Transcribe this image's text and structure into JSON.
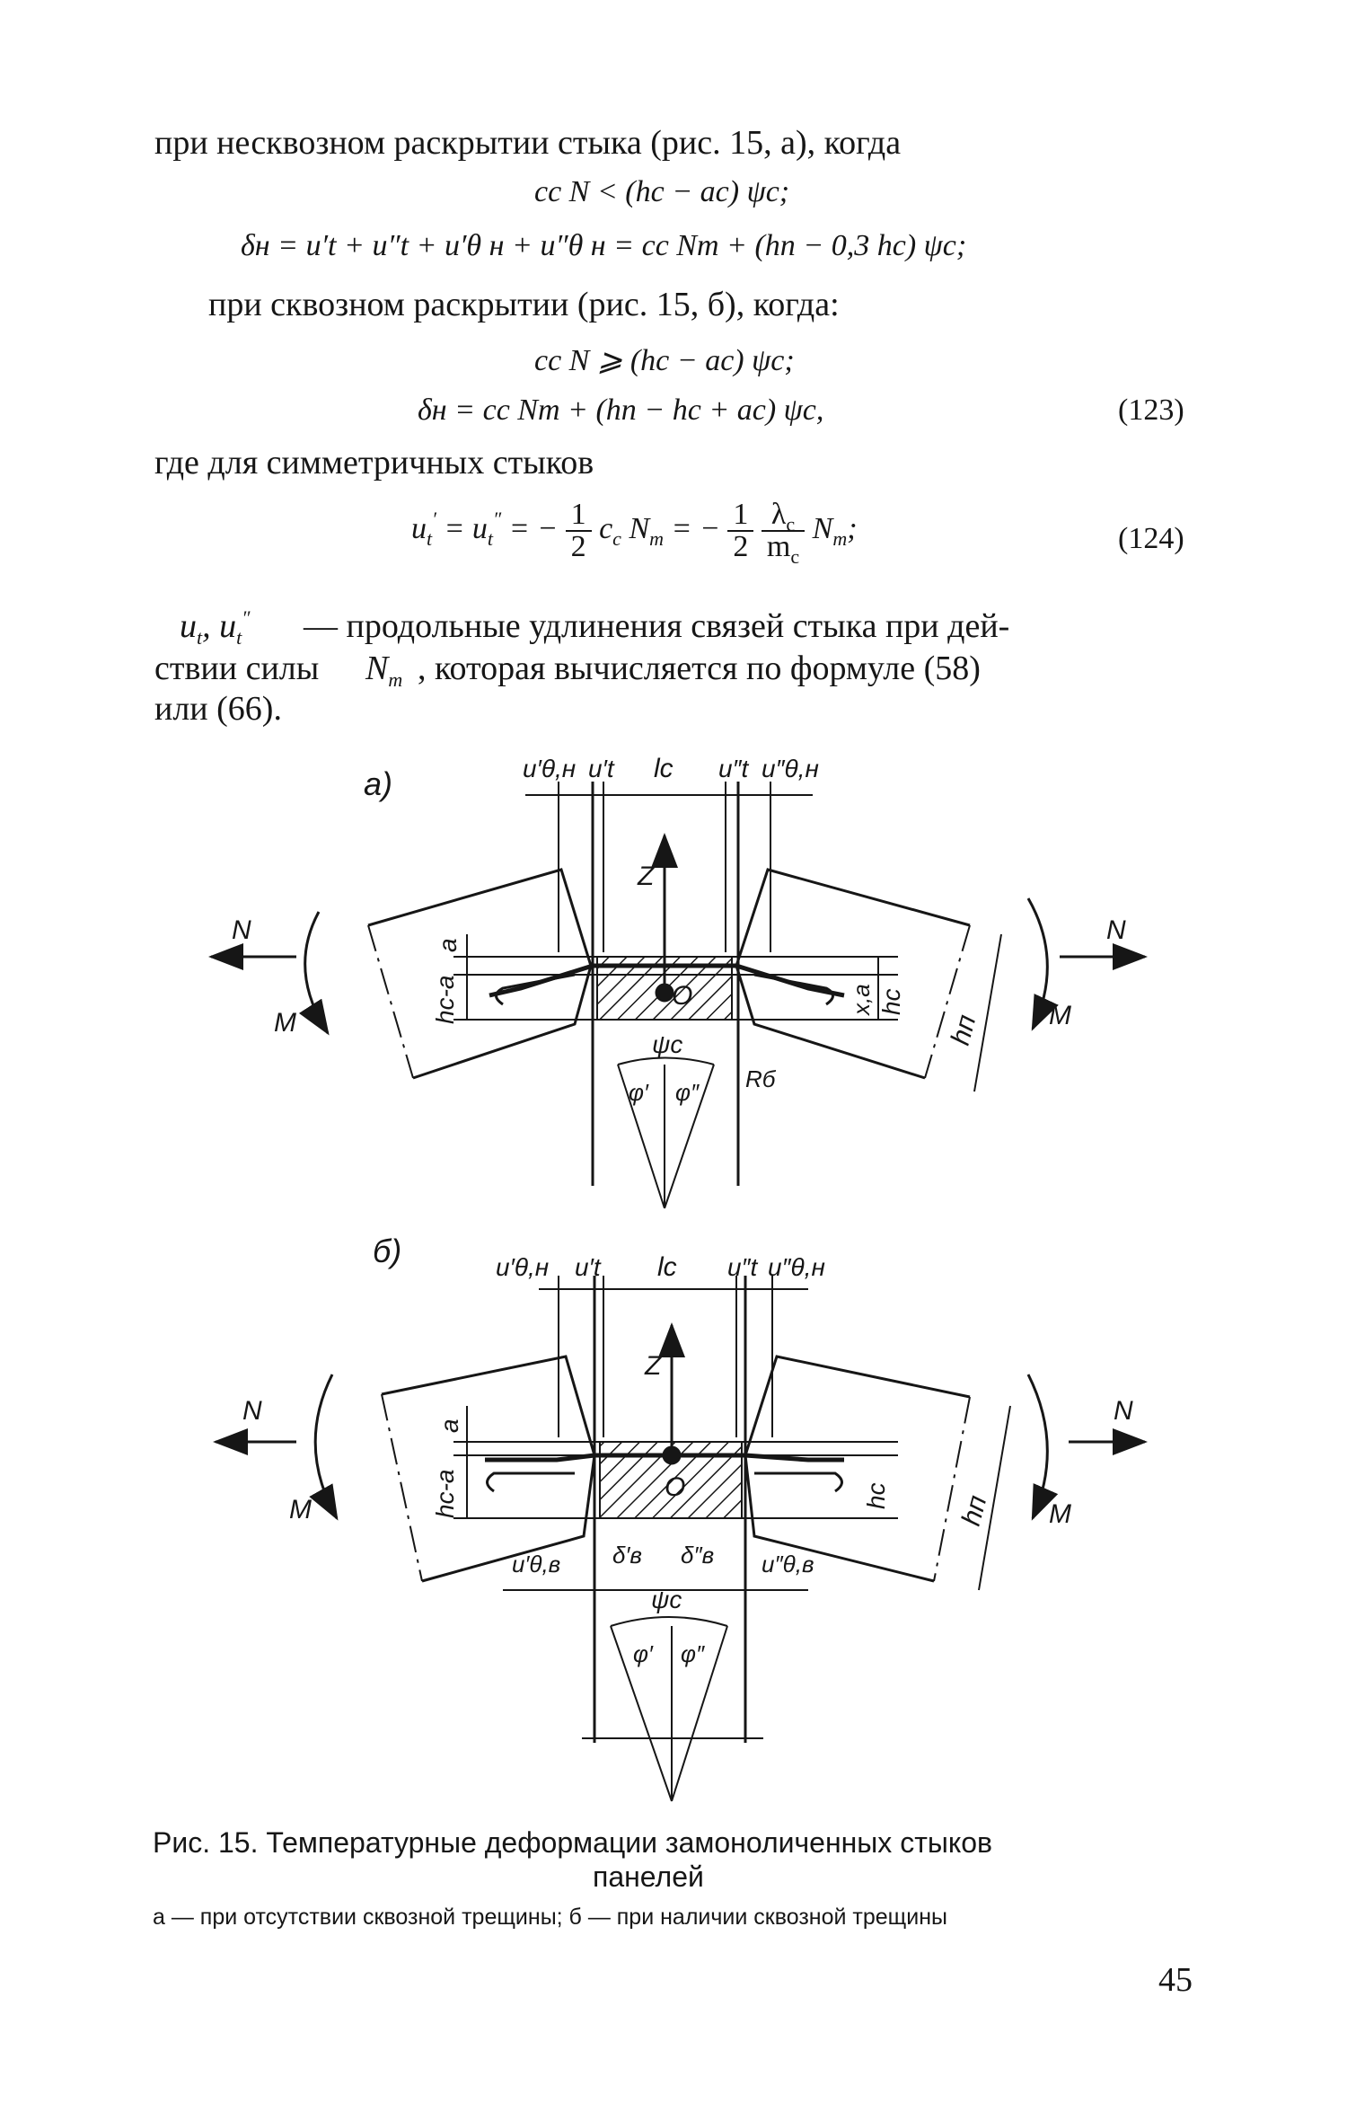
{
  "text": {
    "l1": "при несквозном раскрытии стыка (рис. 15, а), когда",
    "l3": "при сквозном раскрытии (рис. 15, б), когда:",
    "l6": "где для симметричных стыков",
    "l8a": "— продольные удлинения связей стыка при дей-",
    "l8b": "ствии силы",
    "l8c": ", которая вычисляется по формуле (58)",
    "l8d": "или (66)."
  },
  "equations": {
    "e1": "cс N < (hс − aс) ψс;",
    "e2": "δн = u′t + u″t + u′θ н + u″θ н = cс Nm + (hп − 0,3 hс) ψс;",
    "e3": "cс N ⩾ (hс − aс) ψс;",
    "e4": "δн = cс Nm + (hп − hс + aс) ψс,",
    "e4no": "(123)",
    "e5no": "(124)"
  },
  "figure": {
    "a_label": "а)",
    "b_label": "б)",
    "labels": {
      "N": "N",
      "M": "M",
      "Z": "Z",
      "O": "O",
      "a": "a",
      "hc": "hc",
      "hca": "hc-a",
      "hn": "hп",
      "xa": "x,a",
      "lc": "lc",
      "ut1": "u′t",
      "ut2": "u″t",
      "uqh1": "u′θ,н",
      "uqh2": "u″θ,н",
      "uqb1": "u′θ,в",
      "uqb2": "u″θ,в",
      "db1": "δ′в",
      "db2": "δ″в",
      "psi": "ψc",
      "phi1": "φ′",
      "phi2": "φ″",
      "Rb": "Rб"
    }
  },
  "caption": {
    "title": "Рис.  15.  Температурные    деформации    замоноличенных    стыков",
    "title2": "панелей",
    "note": "а — при отсутствии сквозной трещины;  б — при наличии  сквозной  трещины"
  },
  "page_number": "45"
}
